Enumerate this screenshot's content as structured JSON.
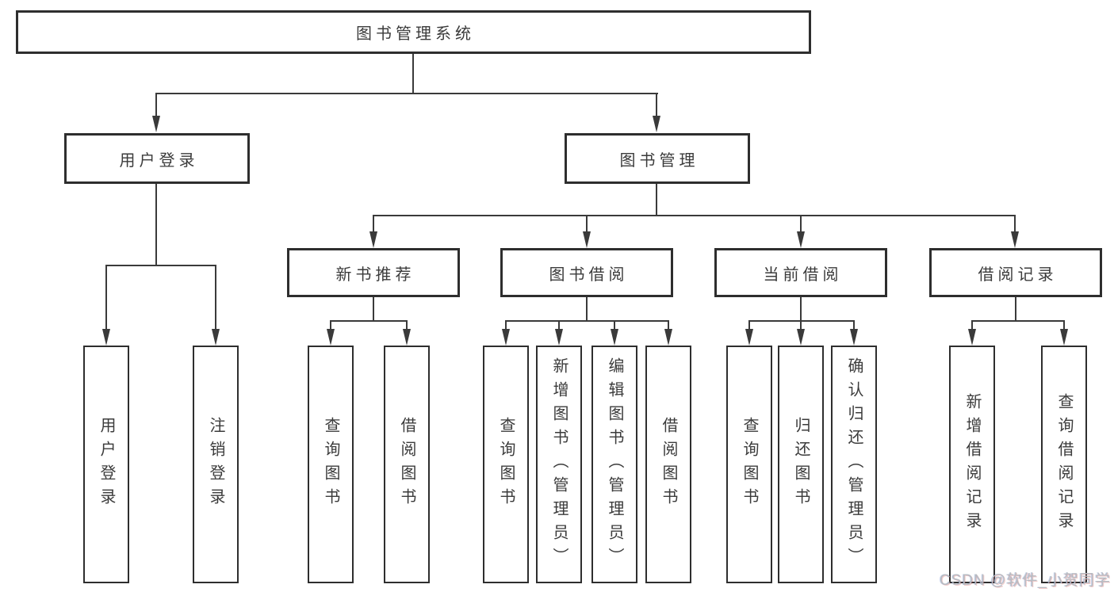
{
  "diagram": {
    "title": "图书管理系统",
    "root": {
      "label": "图书管理系统"
    },
    "level2": [
      {
        "label": "用户登录"
      },
      {
        "label": "图书管理"
      }
    ],
    "level3": [
      {
        "label": "新书推荐",
        "parent": "图书管理"
      },
      {
        "label": "图书借阅",
        "parent": "图书管理"
      },
      {
        "label": "当前借阅",
        "parent": "图书管理"
      },
      {
        "label": "借阅记录",
        "parent": "图书管理"
      }
    ],
    "leaves": [
      {
        "label": "用户登录",
        "parent": "用户登录"
      },
      {
        "label": "注销登录",
        "parent": "用户登录"
      },
      {
        "label": "查询图书",
        "parent": "新书推荐"
      },
      {
        "label": "借阅图书",
        "parent": "新书推荐"
      },
      {
        "label": "查询图书",
        "parent": "图书借阅"
      },
      {
        "label": "新增图书（管理员）",
        "parent": "图书借阅"
      },
      {
        "label": "编辑图书（管理员）",
        "parent": "图书借阅"
      },
      {
        "label": "借阅图书",
        "parent": "图书借阅"
      },
      {
        "label": "查询图书",
        "parent": "当前借阅"
      },
      {
        "label": "归还图书",
        "parent": "当前借阅"
      },
      {
        "label": "确认归还（管理员）",
        "parent": "当前借阅"
      },
      {
        "label": "新增借阅记录",
        "parent": "借阅记录"
      },
      {
        "label": "查询借阅记录",
        "parent": "借阅记录"
      }
    ],
    "colors": {
      "line": "#3a3a3a",
      "box_border": "#2e2e2e",
      "text": "#3b3b3b",
      "background": "#ffffff"
    }
  },
  "watermark": {
    "text": "CSDN @软件_小贺同学"
  }
}
